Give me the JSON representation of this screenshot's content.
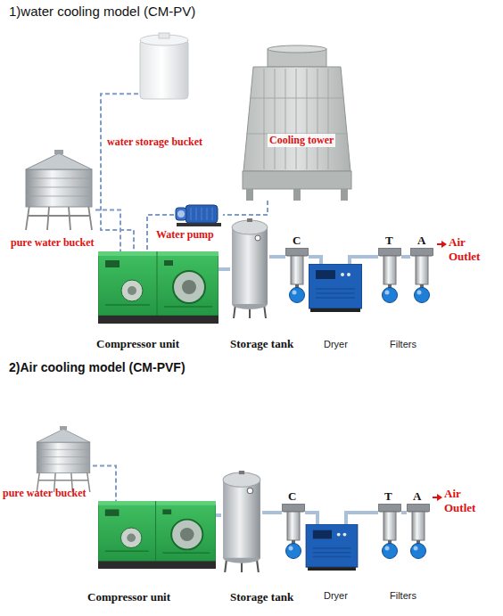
{
  "diagram": {
    "nodes": [
      {
        "text": [
          "water storage bucket"
        ]
      },
      {
        "text": [
          "Cooling tower"
        ]
      },
      {
        "text": [
          "pure water bucket"
        ]
      },
      {
        "text": [
          "Water pump"
        ]
      },
      {
        "text": [
          "Compressor unit"
        ]
      },
      {
        "text": [
          "Storage tank"
        ]
      },
      {
        "text": [
          "C"
        ]
      },
      {
        "text": [
          "Dryer"
        ]
      },
      {
        "text": [
          "T"
        ]
      },
      {
        "text": [
          "A"
        ]
      },
      {
        "text": [
          "pure water bucket"
        ]
      },
      {
        "text": [
          "Compressor unit"
        ]
      },
      {
        "text": [
          "Storage tank"
        ]
      },
      {
        "text": [
          "C"
        ]
      },
      {
        "text": [
          "Dryer"
        ]
      },
      {
        "text": [
          "T"
        ]
      },
      {
        "text": [
          "A"
        ]
      }
    ],
    "edges": [
      {
        "from": 0,
        "to": 4,
        "arrow": "none"
      },
      {
        "from": 2,
        "to": 4,
        "arrow": "none"
      },
      {
        "from": 1,
        "to": 3,
        "arrow": "none"
      },
      {
        "from": 3,
        "to": 4,
        "arrow": "none"
      },
      {
        "from": 4,
        "to": 5,
        "arrow": "none"
      },
      {
        "from": 5,
        "to": 6,
        "arrow": "none"
      },
      {
        "from": 6,
        "to": 7,
        "arrow": "none"
      },
      {
        "from": 7,
        "to": 8,
        "arrow": "none"
      },
      {
        "from": 8,
        "to": 9,
        "arrow": "none"
      },
      {
        "from": 10,
        "to": 11,
        "arrow": "none"
      },
      {
        "from": 11,
        "to": 12,
        "arrow": "none"
      },
      {
        "from": 12,
        "to": 13,
        "arrow": "none"
      },
      {
        "from": 13,
        "to": 14,
        "arrow": "none"
      },
      {
        "from": 14,
        "to": 15,
        "arrow": "none"
      },
      {
        "from": 15,
        "to": 16,
        "arrow": "none"
      }
    ],
    "labels": [
      "1)water cooling model (CM-PV)",
      "Air Outlet",
      "Filters",
      "2)Air cooling model (CM-PVF)",
      "Air Outlet",
      "Filters"
    ]
  }
}
